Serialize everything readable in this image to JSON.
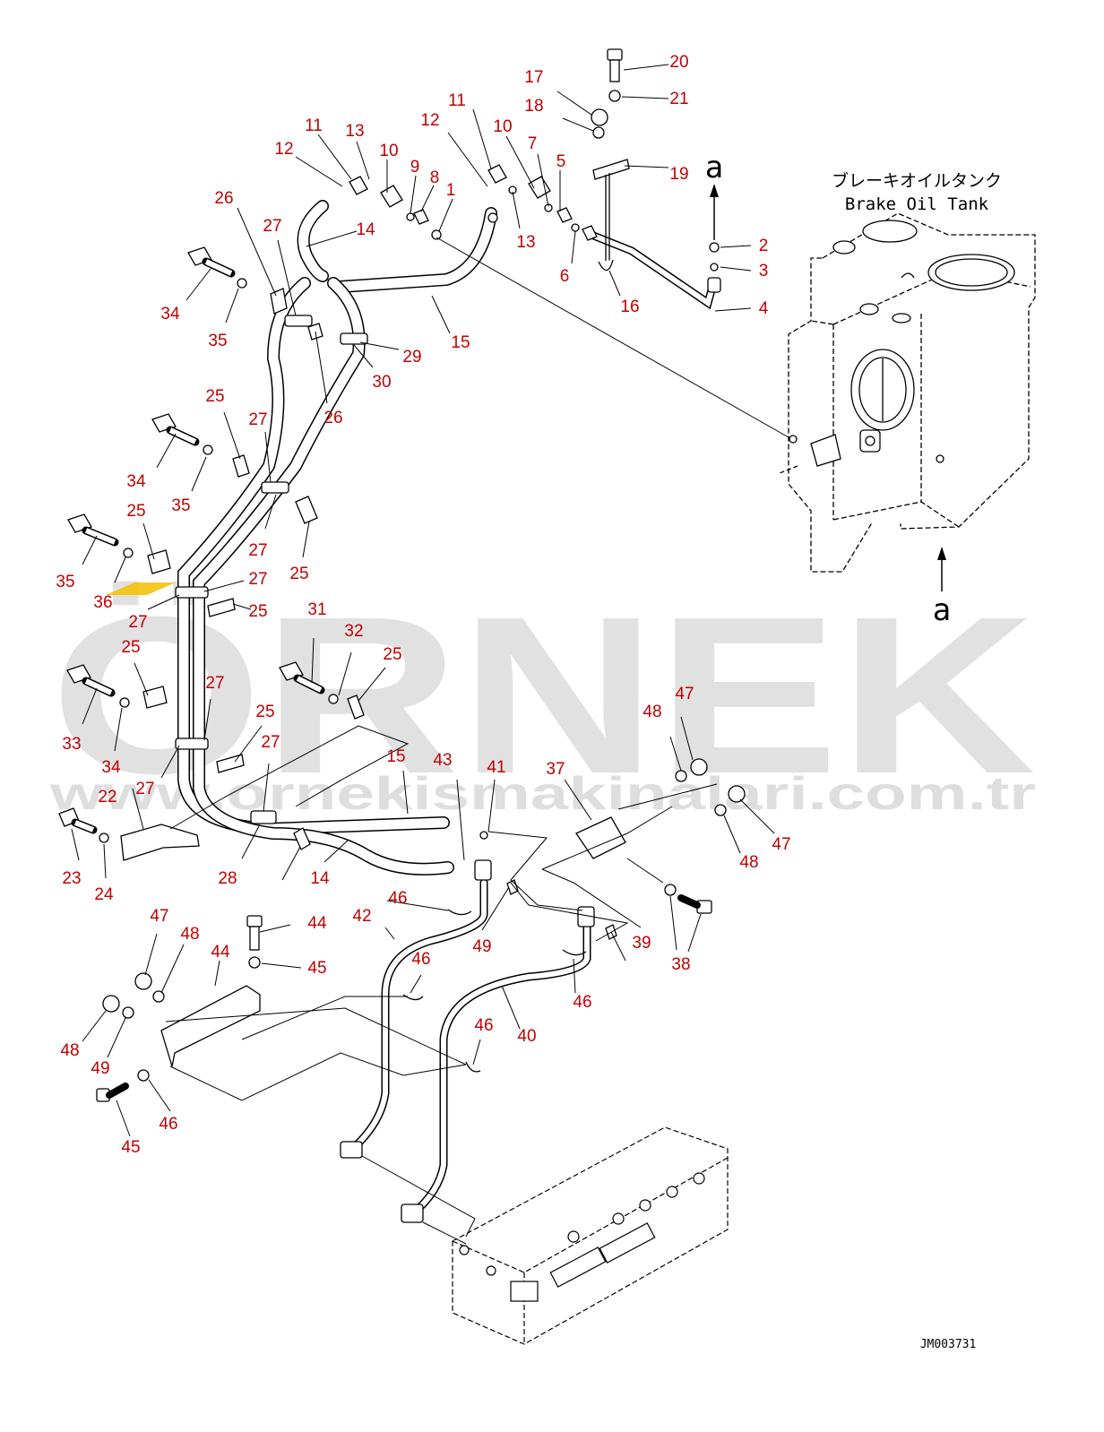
{
  "tank_label_jp": "ブレーキオイルタンク",
  "tank_label_en": "Brake Oil Tank",
  "ref_marker_top": "a",
  "ref_marker_bottom": "a",
  "drawing_code": "JM003731",
  "watermark_brand": "ÖRNEK",
  "watermark_url": "www.ornekismakinalari.com.tr",
  "callouts": [
    "1",
    "2",
    "3",
    "4",
    "5",
    "6",
    "7",
    "8",
    "9",
    "10",
    "10",
    "11",
    "11",
    "12",
    "12",
    "13",
    "13",
    "14",
    "14",
    "15",
    "15",
    "16",
    "17",
    "18",
    "19",
    "20",
    "21",
    "22",
    "23",
    "24",
    "25",
    "25",
    "25",
    "25",
    "25",
    "25",
    "25",
    "26",
    "26",
    "27",
    "27",
    "27",
    "27",
    "27",
    "27",
    "27",
    "27",
    "28",
    "29",
    "30",
    "31",
    "32",
    "33",
    "34",
    "34",
    "34",
    "35",
    "35",
    "35",
    "36",
    "37",
    "38",
    "39",
    "40",
    "41",
    "42",
    "43",
    "44",
    "44",
    "45",
    "45",
    "46",
    "46",
    "46",
    "46",
    "46",
    "47",
    "47",
    "47",
    "48",
    "48",
    "48",
    "48",
    "49",
    "49"
  ],
  "colors": {
    "callout": "#c00000",
    "watermark": "#d9d9d9",
    "line": "#000000"
  }
}
